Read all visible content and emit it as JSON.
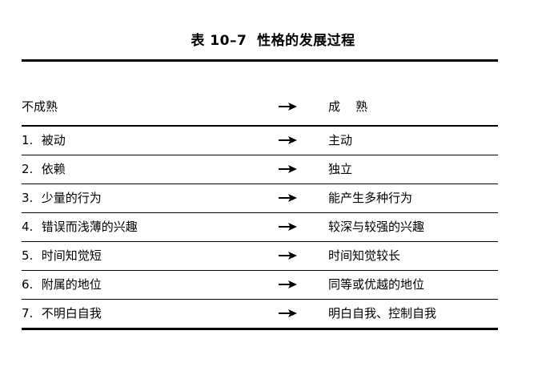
{
  "document": {
    "title": "表 10–7  性格的发展过程",
    "title_label": "table-caption"
  },
  "table": {
    "columns": {
      "immature_header": "不成熟",
      "arrow_header": "→",
      "mature_header": "成    熟"
    },
    "arrow_glyph": "→",
    "arrow_icon_name": "right-arrow-icon",
    "rows": [
      {
        "num": "1.",
        "immature": "被动",
        "arrow": "→",
        "mature": "主动"
      },
      {
        "num": "2.",
        "immature": "依赖",
        "arrow": "→",
        "mature": "独立"
      },
      {
        "num": "3.",
        "immature": "少量的行为",
        "arrow": "→",
        "mature": "能产生多种行为"
      },
      {
        "num": "4.",
        "immature": "错误而浅薄的兴趣",
        "arrow": "→",
        "mature": "较深与较强的兴趣"
      },
      {
        "num": "5.",
        "immature": "时间知觉短",
        "arrow": "→",
        "mature": "时间知觉较长"
      },
      {
        "num": "6.",
        "immature": "附属的地位",
        "arrow": "→",
        "mature": "同等或优越的地位"
      },
      {
        "num": "7.",
        "immature": "不明白自我",
        "arrow": "→",
        "mature": "明白自我、控制自我"
      }
    ]
  },
  "style": {
    "text_color": "#000000",
    "background_color": "#ffffff",
    "rule_color": "#000000"
  }
}
